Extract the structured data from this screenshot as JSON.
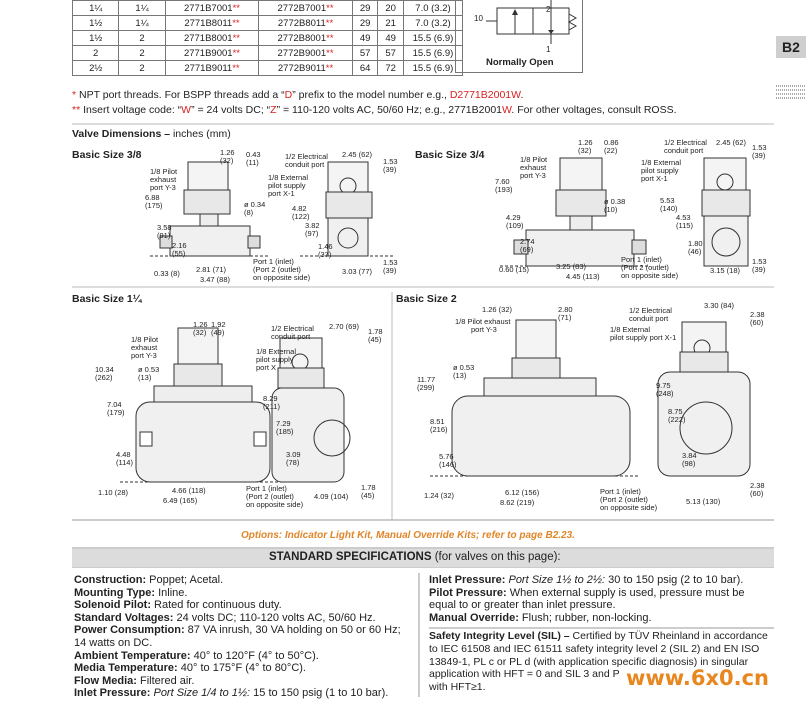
{
  "table": {
    "rows": [
      [
        "1¼",
        "1¼",
        "2771B7001",
        "**",
        "2772B7001",
        "**",
        "29",
        "20",
        "7.0 (3.2)"
      ],
      [
        "1½",
        "1¼",
        "2771B8011",
        "**",
        "2772B8011",
        "**",
        "29",
        "21",
        "7.0 (3.2)"
      ],
      [
        "1½",
        "2",
        "2771B8001",
        "**",
        "2772B8001",
        "**",
        "49",
        "49",
        "15.5 (6.9)"
      ],
      [
        "2",
        "2",
        "2771B9001",
        "**",
        "2772B9001",
        "**",
        "57",
        "57",
        "15.5 (6.9)"
      ],
      [
        "2½",
        "2",
        "2771B9011",
        "**",
        "2772B9011",
        "**",
        "64",
        "72",
        "15.5 (6.9)"
      ]
    ]
  },
  "symbol": {
    "caption": "Normally Open",
    "p2": "2",
    "p10": "10",
    "p1": "1"
  },
  "section_tab": "B2",
  "notes": {
    "note1_star": "*",
    "note1_a": " NPT port threads. For BSPP threads add a “",
    "note1_d": "D",
    "note1_b": "” prefix to the model number e.g., ",
    "note1_model": "D2771B2001W",
    "note1_end": ".",
    "note2_star": "**",
    "note2_a": " Insert voltage code: “",
    "note2_w": "W",
    "note2_b": "” = 24 volts DC; “",
    "note2_z": "Z",
    "note2_c": "” = 110-120 volts AC, 50/60 Hz; e.g., 2771B2001",
    "note2_w2": "W",
    "note2_d": ".  For other voltages, consult ROSS."
  },
  "dims": {
    "title": "Valve Dimensions – ",
    "title_unit": "inches (mm)",
    "s38": {
      "title": "Basic Size 3/8",
      "l1": "1/8 Pilot",
      "l2": "exhaust",
      "l3": "port Y-3",
      "d126": "1.26",
      "d32": "(32)",
      "d043": "0.43",
      "d11": "(11)",
      "d688": "6.88",
      "d175": "(175)",
      "d034": "ø 0.34",
      "d8": "(8)",
      "d358": "3.58",
      "d91": "(91)",
      "d216": "2.16",
      "d55": "(55)",
      "b1": "0.33 (8)",
      "b2": "2.81 (71)",
      "b3": "3.47 (88)",
      "r1": "1/2 Electrical",
      "r2": "conduit port",
      "r3": "1/8 External",
      "r4": "pilot supply",
      "r5": "port X-1",
      "d245": "2.45 (62)",
      "d153": "1.53",
      "d39": "(39)",
      "d482": "4.82",
      "d122": "(122)",
      "d382": "3.82",
      "d97": "(97)",
      "d146": "1.46",
      "d37": "(37)",
      "p1": "Port 1 (inlet)",
      "p2": "(Port 2 (outlet)",
      "p3": "on opposite side)",
      "d303": "3.03 (77)",
      "d153b": "1.53",
      "d39b": "(39)"
    },
    "s34": {
      "title": "Basic Size 3/4",
      "l1": "1/8 Pilot",
      "l2": "exhaust",
      "l3": "port Y-3",
      "d126": "1.26",
      "d32": "(32)",
      "d086": "0.86",
      "d22": "(22)",
      "d760": "7.60",
      "d193": "(193)",
      "d038": "ø 0.38",
      "d10": "(10)",
      "d429": "4.29",
      "d109": "(109)",
      "d274": "2.74",
      "d69": "(69)",
      "b1": "0.60 (15)",
      "b2": "3.25 (83)",
      "b3": "4.45 (113)",
      "r1": "1/2 Electrical",
      "r2": "conduit port",
      "r3": "1/8 External",
      "r4": "pilot supply",
      "r5": "port X-1",
      "d245": "2.45 (62)",
      "d153": "1.53",
      "d39": "(39)",
      "d553": "5.53",
      "d140": "(140)",
      "d453": "4.53",
      "d115": "(115)",
      "d180": "1.80",
      "d46": "(46)",
      "p1": "Port 1 (inlet)",
      "p2": "(Port 2 (outlet)",
      "p3": "on opposite side)",
      "d315": "3.15 (18)",
      "d153b": "1.53",
      "d39b": "(39)"
    },
    "s114": {
      "title": "Basic Size 1¼",
      "l1": "1/8 Pilot",
      "l2": "exhaust",
      "l3": "port Y-3",
      "d126": "1.26",
      "d32": "(32)",
      "d192": "1.92",
      "d49": "(49)",
      "d1034": "10.34",
      "d262": "(262)",
      "d053": "ø 0.53",
      "d13": "(13)",
      "d704": "7.04",
      "d179": "(179)",
      "d448": "4.48",
      "d114": "(114)",
      "b1": "1.10 (28)",
      "b2": "4.66 (118)",
      "b3": "6.49 (165)",
      "r1": "1/2 Electrical",
      "r2": "conduit port",
      "r3": "1/8 External",
      "r4": "pilot supply",
      "r5": "port X",
      "d270": "2.70 (69)",
      "d178": "1.78",
      "d45": "(45)",
      "d829": "8.29",
      "d211": "(211)",
      "d729": "7.29",
      "d185": "(185)",
      "d309": "3.09",
      "d78": "(78)",
      "p1": "Port 1 (inlet)",
      "p2": "(Port 2 (outlet)",
      "p3": "on opposite side)",
      "d409": "4.09 (104)",
      "d178b": "1.78",
      "d45b": "(45)"
    },
    "s2": {
      "title": "Basic Size 2",
      "l1": "1/8 Pilot exhaust",
      "l2": "port Y-3",
      "d126": "1.26 (32)",
      "d280": "2.80",
      "d71": "(71)",
      "d1177": "11.77",
      "d299": "(299)",
      "d053": "ø 0.53",
      "d13": "(13)",
      "d851": "8.51",
      "d216": "(216)",
      "d576": "5.76",
      "d146": "(146)",
      "b1": "1.24 (32)",
      "b2": "6.12 (156)",
      "b3": "8.62 (219)",
      "r1": "1/2 Electrical",
      "r2": "conduit port",
      "r3": "1/8 External",
      "r4": "pilot supply port X-1",
      "d330": "3.30 (84)",
      "d238": "2.38",
      "d60": "(60)",
      "d975": "9.75",
      "d248": "(248)",
      "d875": "8.75",
      "d222": "(222)",
      "d384": "3.84",
      "d98": "(98)",
      "p1": "Port 1 (inlet)",
      "p2": "(Port 2 (outlet)",
      "p3": "on opposite side)",
      "d513": "5.13 (130)",
      "d238b": "2.38",
      "d60b": "(60)"
    }
  },
  "options": "Options:  Indicator Light Kit, Manual Override Kits; refer to page B2.23.",
  "specs": {
    "header": "STANDARD SPECIFICATIONS",
    "header_note": " (for valves on this page):",
    "left": [
      {
        "k": "Construction:",
        "v": " Poppet; Acetal."
      },
      {
        "k": "Mounting Type:",
        "v": " Inline."
      },
      {
        "k": "Solenoid Pilot:",
        "v": " Rated for continuous duty."
      },
      {
        "k": "Standard Voltages:",
        "v": " 24 volts DC; 110-120 volts AC, 50/60 Hz."
      },
      {
        "k": "Power Consumption:",
        "v": " 87 VA inrush, 30 VA holding on 50 or 60 Hz;"
      },
      {
        "k": "",
        "v": "14 watts on DC."
      },
      {
        "k": "Ambient Temperature:",
        "v": " 40° to 120°F (4° to 50°C)."
      },
      {
        "k": "Media Temperature:",
        "v": " 40° to 175°F (4° to 80°C)."
      },
      {
        "k": "Flow Media:",
        "v": " Filtered air."
      }
    ],
    "left_last_k": "Inlet Pressure:",
    "left_last_i": " Port Size 1/4 to 1½:",
    "left_last_v": " 15 to 150 psig (1 to 10 bar).",
    "r1_k": "Inlet Pressure:",
    "r1_i": " Port Size 1½ to 2½:",
    "r1_v": " 30 to 150 psig (2 to 10 bar).",
    "r2_k": "Pilot Pressure:",
    "r2_v": " When external supply is used, pressure must be",
    "r2_v2": "equal to or greater than inlet pressure.",
    "r3_k": "Manual Override:",
    "r3_v": " Flush; rubber, non-locking.",
    "r4_k": "Safety Integrity Level (SIL) –",
    "r4_v": " Certified by TÜV Rheinland in accordance",
    "r4_l2": "to IEC 61508 and IEC 61511 safety integrity level 2 (SIL 2) and EN ISO",
    "r4_l3": "13849-1, PL c or PL d (with application specific diagnosis) in singular",
    "r4_l4": "application with HFT = 0 and SIL 3 and P",
    "r4_l5": "with HFT≥1."
  },
  "watermark": "www.6x0.cn"
}
